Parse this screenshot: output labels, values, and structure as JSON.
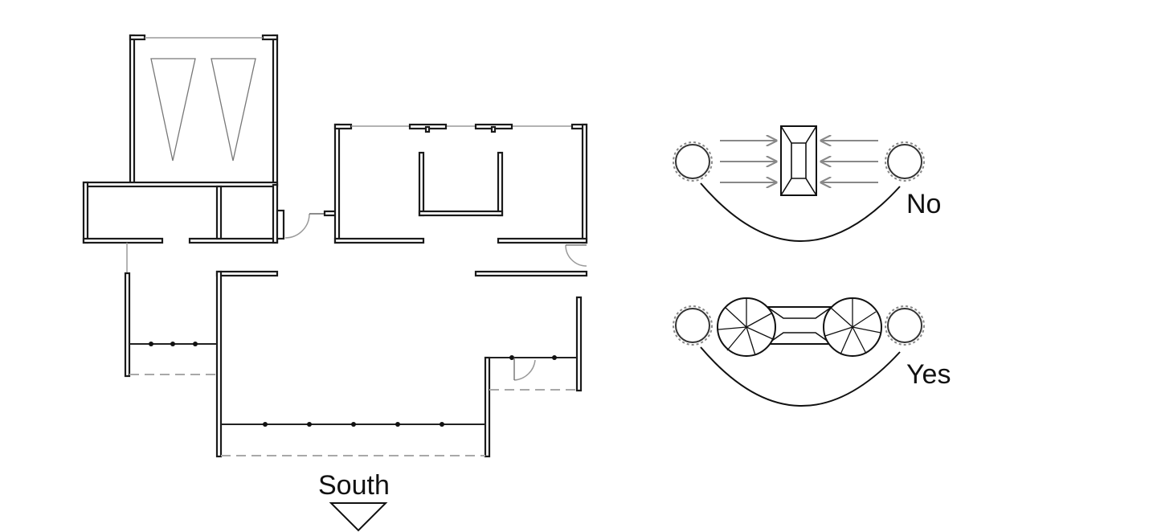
{
  "labels": {
    "south": "South",
    "no": "No",
    "yes": "Yes"
  },
  "icons": {
    "compass": "triangle-down-icon",
    "tree": "circle-icon",
    "building": "rectangle-roof-icon"
  }
}
